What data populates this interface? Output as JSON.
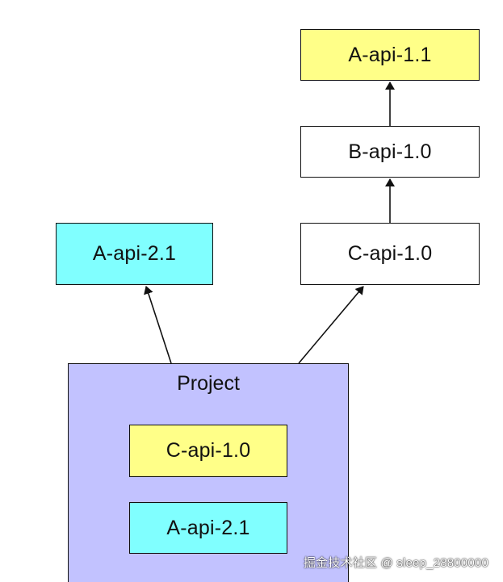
{
  "colors": {
    "yellow": "#ffff88",
    "cyan": "#80ffff",
    "white": "#ffffff",
    "project": "#c2c2ff",
    "line": "#111111"
  },
  "nodes": {
    "a_api_1_1": "A-api-1.1",
    "b_api_1_0": "B-api-1.0",
    "c_api_1_0": "C-api-1.0",
    "a_api_2_1": "A-api-2.1"
  },
  "project": {
    "title": "Project",
    "deps": {
      "c_api": "C-api-1.0",
      "a_api": "A-api-2.1"
    }
  },
  "watermark": "掘金技术社区 @ sleep_28800000"
}
